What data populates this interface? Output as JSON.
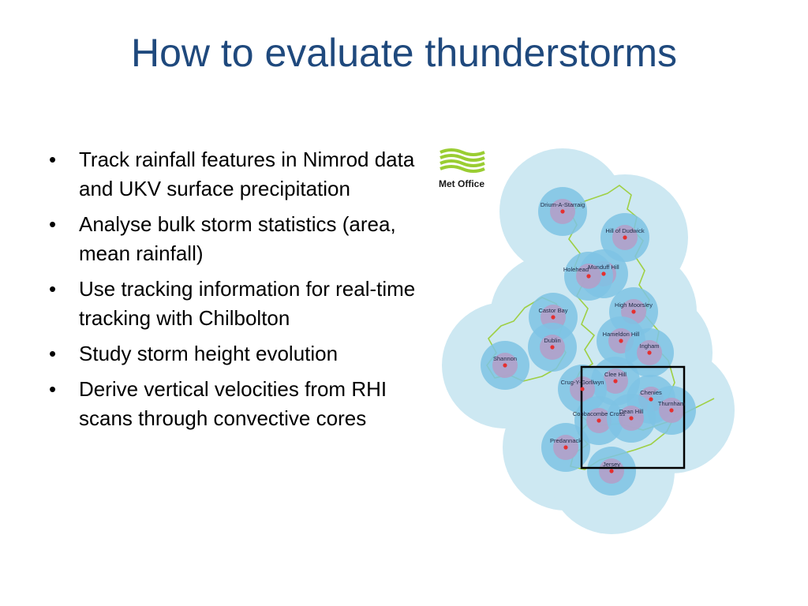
{
  "title": "How to evaluate thunderstorms",
  "bullets": [
    "Track rainfall features in Nimrod data and UKV surface precipitation",
    "Analyse bulk storm statistics (area, mean rainfall)",
    "Use tracking information for real-time tracking with Chilbolton",
    "Study storm height evolution",
    "Derive vertical velocities from RHI scans through convective cores"
  ],
  "logo": {
    "name": "Met Office",
    "icon": "met-office-wave-logo",
    "color": "#9acd32"
  },
  "radar_map": {
    "coverage_color": "#cde8f2",
    "inner_color": "#7ec3e4",
    "site_color": "#b1a0c9",
    "marker_color": "#e53030",
    "land_color": "#9acd32",
    "sites": [
      "Drium-A-Starraig",
      "Hill of Dudwick",
      "Munduff Hill",
      "Holehead",
      "High Moorsley",
      "Castor Bay",
      "Hameldon Hill",
      "Ingham",
      "Dublin",
      "Shannon",
      "Clee Hill",
      "Crug-Y-Gorllwyn",
      "Chenies",
      "Thurnham",
      "Cobbacombe Cross",
      "Dean Hill",
      "Predannack",
      "Jersey"
    ]
  }
}
